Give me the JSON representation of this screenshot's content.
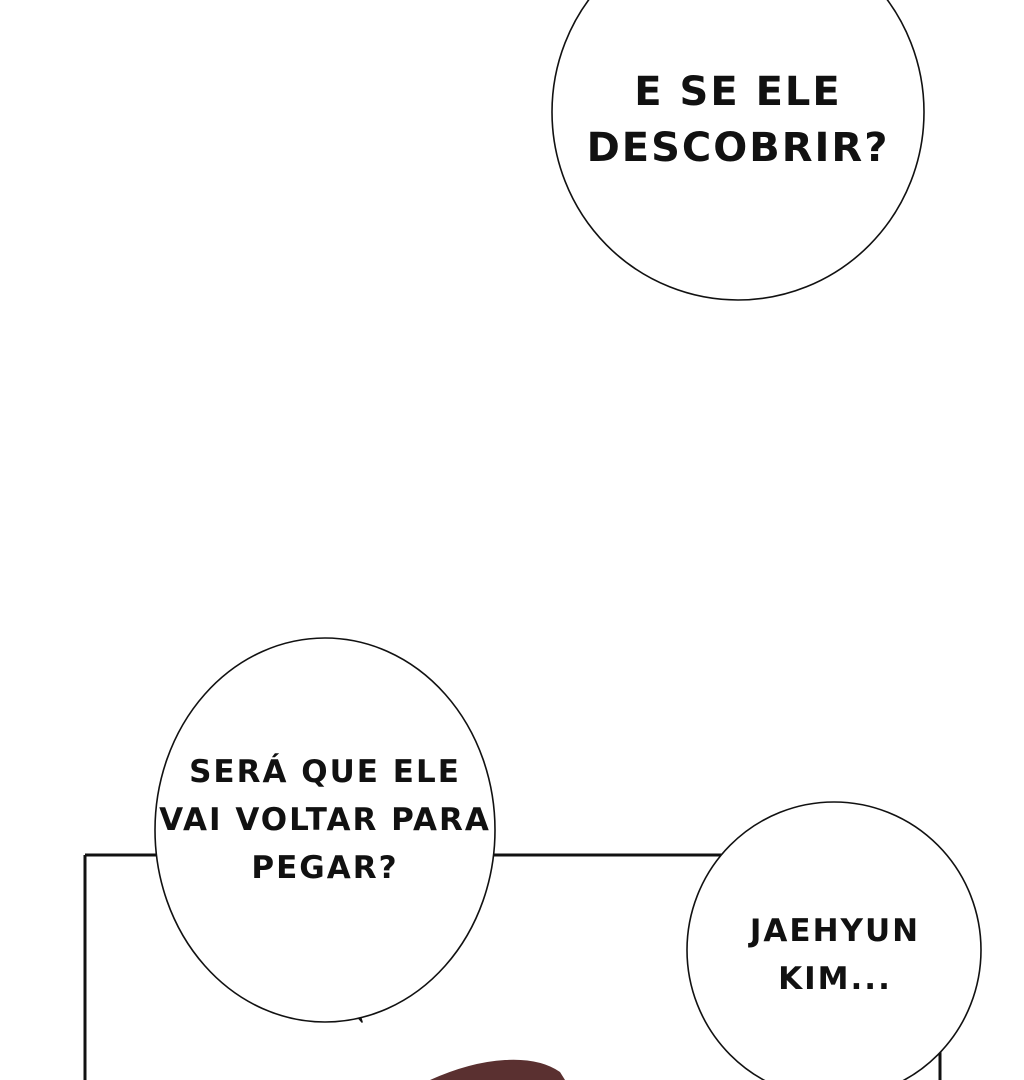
{
  "bubbles": [
    {
      "lines": [
        "E SE ELE",
        "DESCOBRIR?"
      ]
    },
    {
      "lines": [
        "SERÁ QUE ELE",
        "VAI VOLTAR PARA",
        "PEGAR?"
      ]
    },
    {
      "lines": [
        "JAEHYUN",
        "KIM..."
      ]
    }
  ],
  "colors": {
    "background": "#ffffff",
    "ink": "#111111",
    "hair": "#5a3030"
  }
}
